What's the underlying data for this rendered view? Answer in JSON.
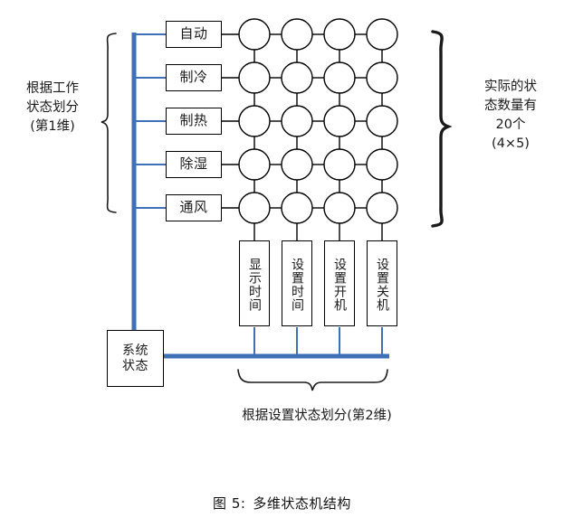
{
  "figure": {
    "caption_number": "图 5:",
    "caption_title": "多维状态机结构"
  },
  "colors": {
    "bus_blue": "#3f6fb5",
    "stroke_black": "#000000",
    "background": "#ffffff"
  },
  "dimension_labels": {
    "left": {
      "line1": "根据工作",
      "line2": "状态划分",
      "line3": "(第1维)"
    },
    "right": {
      "line1": "实际的状",
      "line2": "态数量有",
      "line3": "20个",
      "line4": "(4×5)"
    },
    "bottom": {
      "text": "根据设置状态划分(第2维)"
    }
  },
  "root_node": {
    "line1": "系统",
    "line2": "状态"
  },
  "work_modes": [
    {
      "label": "自动"
    },
    {
      "label": "制冷"
    },
    {
      "label": "制热"
    },
    {
      "label": "除湿"
    },
    {
      "label": "通风"
    }
  ],
  "setting_states": [
    {
      "label": "显示时间"
    },
    {
      "label": "设置时间"
    },
    {
      "label": "设置开机"
    },
    {
      "label": "设置关机"
    }
  ],
  "state_grid": {
    "rows": 5,
    "columns": 4,
    "total_states": 20
  }
}
